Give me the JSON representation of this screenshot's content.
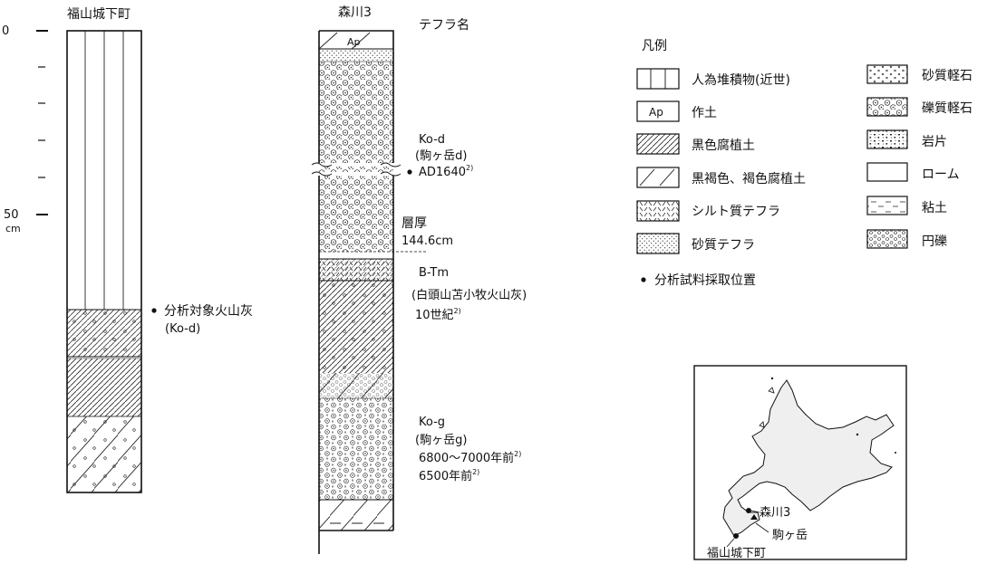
{
  "column_a": {
    "title": "福山城下町"
  },
  "column_b": {
    "title": "森川3",
    "layer_ap": "Ap"
  },
  "tephra_header": "テフラ名",
  "scale": {
    "tick_0": "0",
    "tick_50": "50",
    "unit": "cm"
  },
  "annotations": {
    "sample_a_1": "分析対象火山灰",
    "sample_a_2": "(Ko-d)",
    "kod_1": "Ko-d",
    "kod_2": "(駒ヶ岳d)",
    "kod_3": "AD1640",
    "kod_3_sup": "2)",
    "thickness_1": "層厚",
    "thickness_2": "144.6cm",
    "btm_1": "B-Tm",
    "btm_2": "(白頭山苫小牧火山灰)",
    "btm_3": "10世紀",
    "btm_3_sup": "2)",
    "kog_1": "Ko-g",
    "kog_2": "(駒ヶ岳g)",
    "kog_3": "6800〜7000年前",
    "kog_3_sup": "2)",
    "kog_4": "6500年前",
    "kog_4_sup": "2)"
  },
  "legend": {
    "title": "凡例",
    "ap_symbol": "Ap",
    "items_left": [
      "人為堆積物(近世)",
      "作土",
      "黒色腐植土",
      "黒褐色、褐色腐植土",
      "シルト質テフラ",
      "砂質テフラ"
    ],
    "items_right": [
      "砂質軽石",
      "礫質軽石",
      "岩片",
      "ローム",
      "粘土",
      "円礫"
    ],
    "sample_note": "分析試料採取位置"
  },
  "map": {
    "label_morikawa": "森川3",
    "label_komagatake": "駒ヶ岳",
    "label_fukuyama": "福山城下町"
  }
}
